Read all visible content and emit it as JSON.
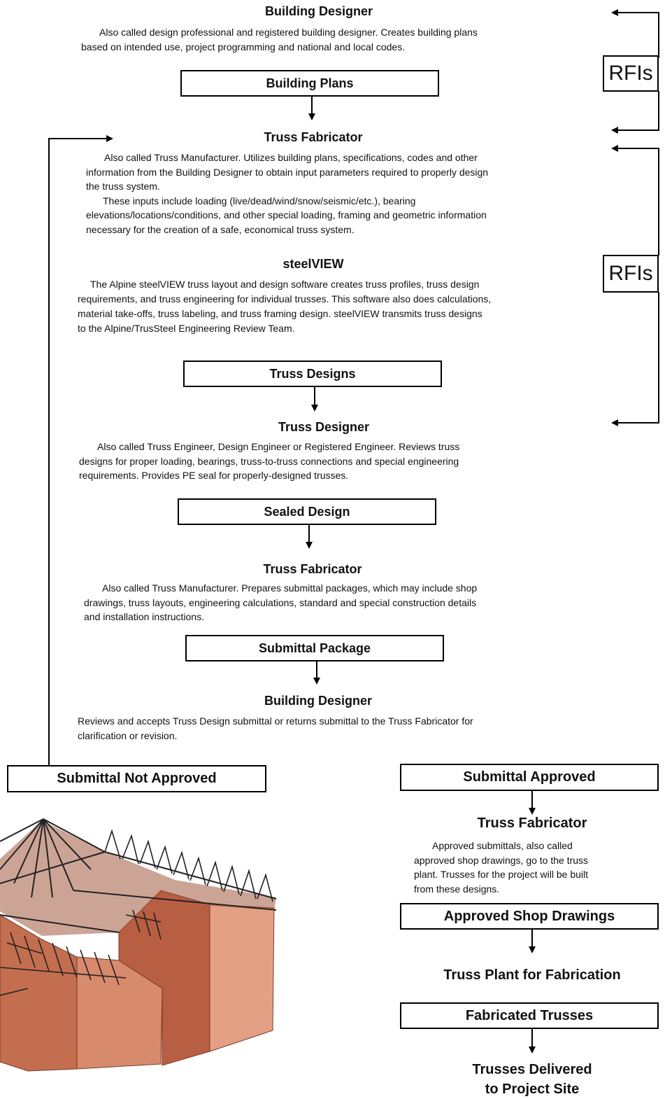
{
  "colors": {
    "line": "#000000",
    "roof_brown": "#b8674a",
    "roof_dark": "#6b3a2a",
    "steel": "#2b2b2b"
  },
  "section1": {
    "heading": "Building Designer",
    "para": [
      "Also called design professional and registered building designer.  Creates building plans",
      "based on intended use, project programming and national and local codes."
    ]
  },
  "box_building_plans": "Building Plans",
  "section2": {
    "heading": "Truss Fabricator",
    "para": [
      "Also called Truss Manufacturer. Utilizes building plans, specifications, codes and other",
      "information from the Building Designer to obtain input parameters required to properly design",
      "the truss system.",
      "These inputs include loading (live/dead/wind/snow/seismic/etc.), bearing",
      "elevations/locations/conditions, and other special loading, framing and geometric information",
      "necessary for the creation of a safe, economical truss system."
    ]
  },
  "section3": {
    "heading": "steelVIEW",
    "para": [
      "The Alpine steelVIEW truss layout and design software creates truss profiles, truss design",
      "requirements, and truss engineering for individual trusses.  This software also does calculations,",
      "material take-offs, truss labeling, and truss framing design.  steelVIEW transmits truss designs",
      "to the Alpine/TrusSteel Engineering Review Team."
    ]
  },
  "box_truss_designs": "Truss Designs",
  "section4": {
    "heading": "Truss Designer",
    "para": [
      "Also called Truss Engineer, Design Engineer or Registered Engineer.  Reviews truss",
      "designs for proper loading, bearings, truss-to-truss connections and special engineering",
      "requirements.  Provides PE seal for properly-designed trusses."
    ]
  },
  "box_sealed_design": "Sealed Design",
  "section5": {
    "heading": "Truss Fabricator",
    "para": [
      "Also called Truss Manufacturer. Prepares submittal packages, which may include shop",
      "drawings, truss layouts, engineering calculations, standard and special construction details",
      "and installation instructions."
    ]
  },
  "box_submittal_package": "Submittal Package",
  "section6": {
    "heading": "Building Designer",
    "para": [
      "Reviews and accepts Truss Design submittal or returns submittal to the Truss Fabricator for",
      "clarification or revision."
    ]
  },
  "box_not_approved": "Submittal  Not Approved",
  "box_approved": "Submittal Approved",
  "section7": {
    "heading": "Truss Fabricator",
    "para": [
      "Approved submittals, also called",
      "approved shop drawings, go to the truss",
      "plant.  Trusses for the project will be built",
      "from these designs."
    ]
  },
  "box_shop_drawings": "Approved Shop Drawings",
  "heading_plant": "Truss Plant for Fabrication",
  "box_fabricated": "Fabricated Trusses",
  "final": [
    "Trusses Delivered",
    "to Project Site"
  ],
  "rfi_top": "RFIs",
  "rfi_mid": "RFIs"
}
